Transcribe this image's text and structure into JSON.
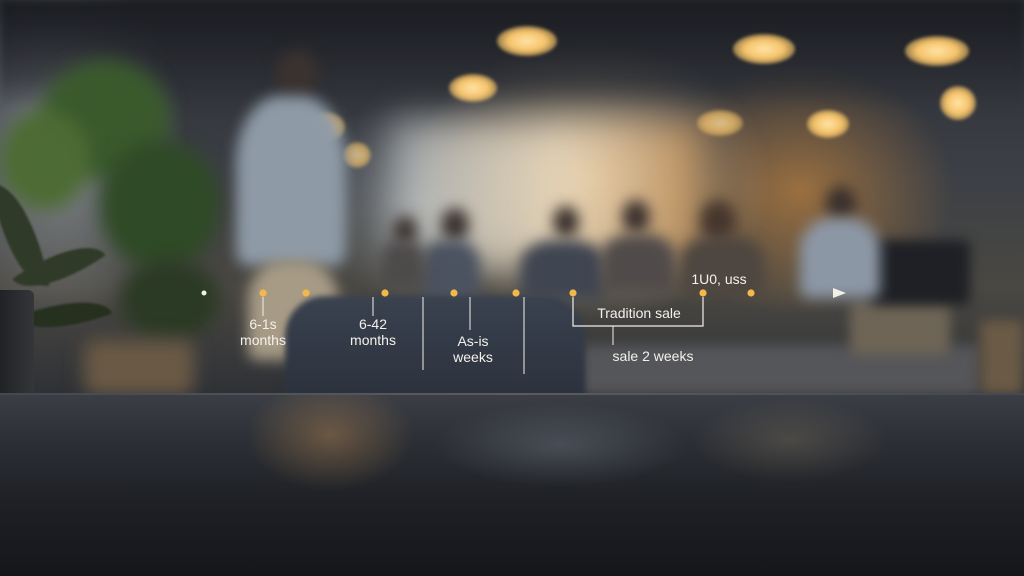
{
  "timeline": {
    "milestones": [
      {
        "line1": "6-1s",
        "line2": "months"
      },
      {
        "line1": "6-42",
        "line2": "months"
      },
      {
        "line1": "As-is",
        "line2": "weeks"
      }
    ],
    "box_label": "Tradition sale",
    "below_box_label": "sale 2 weeks",
    "end_label": "1U0, uss"
  },
  "colors": {
    "timeline_line": "#f2efe8",
    "timeline_accent": "#f0c05a",
    "dot": "#f2b84a"
  }
}
